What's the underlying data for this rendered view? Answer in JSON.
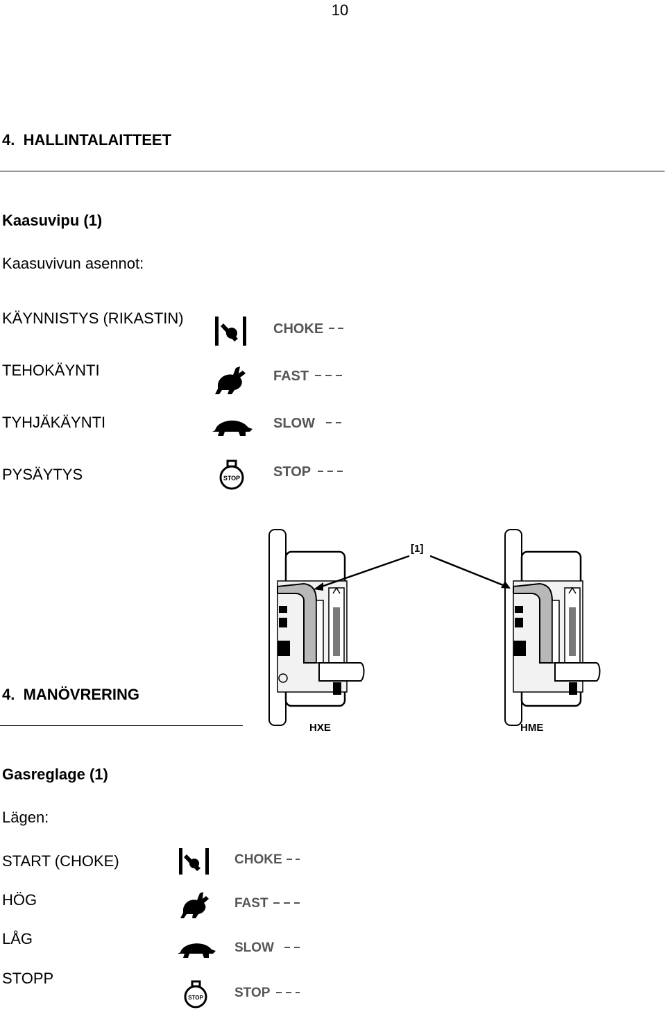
{
  "page_number": "10",
  "fi": {
    "heading_num": "4.",
    "heading": "HALLINTALAITTEET",
    "subheading": "Kaasuvipu (1)",
    "intro": "Kaasuvivun asennot:",
    "positions": [
      {
        "label": "KÄYNNISTYS (RIKASTIN)"
      },
      {
        "label": "TEHOKÄYNTI"
      },
      {
        "label": "TYHJÄKÄYNTI"
      },
      {
        "label": "PYSÄYTYS"
      }
    ]
  },
  "symbols": {
    "choke": {
      "text": "CHOKE",
      "icon": "choke-icon"
    },
    "fast": {
      "text": "FAST",
      "icon": "rabbit-icon"
    },
    "slow": {
      "text": "SLOW",
      "icon": "turtle-icon"
    },
    "stop": {
      "text": "STOP",
      "icon": "stop-icon",
      "badge": "STOP"
    }
  },
  "figure": {
    "callout": "[1]",
    "left_model": "HXE",
    "right_model": "HME"
  },
  "sv": {
    "heading_num": "4.",
    "heading": "MANÖVRERING",
    "subheading": "Gasreglage (1)",
    "intro": "Lägen:",
    "positions": [
      {
        "label": "START (CHOKE)"
      },
      {
        "label": "HÖG"
      },
      {
        "label": "LÅG"
      },
      {
        "label": "STOPP"
      }
    ]
  }
}
